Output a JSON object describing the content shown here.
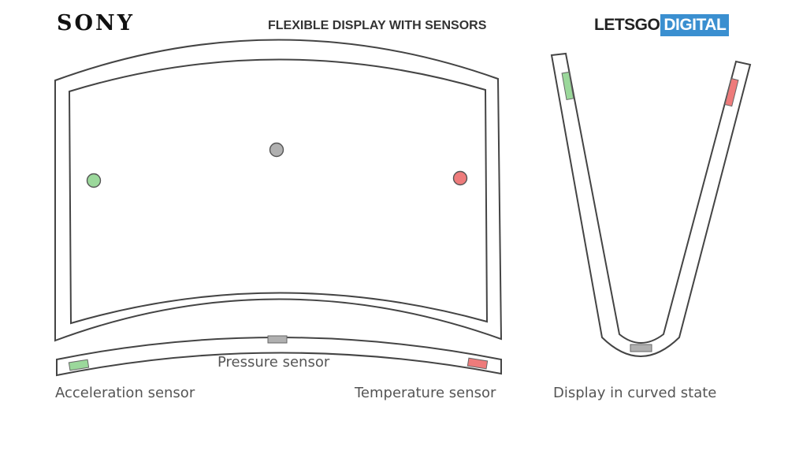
{
  "header": {
    "brand": "SONY",
    "title": "FLEXIBLE DISPLAY WITH SENSORS",
    "logo_part1": "LETSGO",
    "logo_part2": "DIGITAL"
  },
  "labels": {
    "pressure": "Pressure sensor",
    "acceleration": "Acceleration sensor",
    "temperature": "Temperature sensor",
    "curved": "Display in curved state"
  },
  "colors": {
    "acceleration": "#9bd89b",
    "pressure": "#b0b0b0",
    "temperature": "#ee7b7b",
    "outline": "#444444",
    "logo_bg": "#3a8fd0"
  }
}
